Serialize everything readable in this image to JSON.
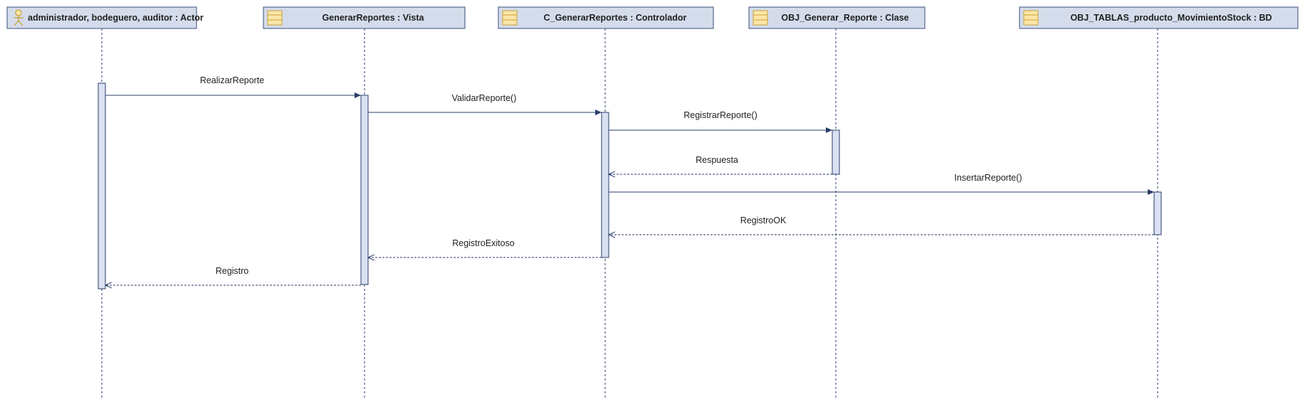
{
  "diagram": {
    "lifelines": [
      {
        "id": "actor",
        "label": "administrador, bodeguero, auditor : Actor",
        "kind": "actor"
      },
      {
        "id": "vista",
        "label": "GenerarReportes : Vista",
        "kind": "class"
      },
      {
        "id": "ctrl",
        "label": "C_GenerarReportes : Controlador",
        "kind": "class"
      },
      {
        "id": "clase",
        "label": "OBJ_Generar_Reporte : Clase",
        "kind": "class"
      },
      {
        "id": "bd",
        "label": "OBJ_TABLAS_producto_MovimientoStock : BD",
        "kind": "class"
      }
    ],
    "messages": [
      {
        "id": "m1",
        "label": "RealizarReporte",
        "from": "actor",
        "to": "vista",
        "type": "sync"
      },
      {
        "id": "m2",
        "label": "ValidarReporte()",
        "from": "vista",
        "to": "ctrl",
        "type": "sync"
      },
      {
        "id": "m3",
        "label": "RegistrarReporte()",
        "from": "ctrl",
        "to": "clase",
        "type": "sync"
      },
      {
        "id": "m4",
        "label": "Respuesta",
        "from": "clase",
        "to": "ctrl",
        "type": "return"
      },
      {
        "id": "m5",
        "label": "InsertarReporte()",
        "from": "ctrl",
        "to": "bd",
        "type": "sync"
      },
      {
        "id": "m6",
        "label": "RegistroOK",
        "from": "bd",
        "to": "ctrl",
        "type": "return"
      },
      {
        "id": "m7",
        "label": "RegistroExitoso",
        "from": "ctrl",
        "to": "vista",
        "type": "return"
      },
      {
        "id": "m8",
        "label": "Registro",
        "from": "vista",
        "to": "actor",
        "type": "return"
      }
    ]
  },
  "colors": {
    "header_fill": "#d4dcec",
    "header_stroke": "#3b4f7a",
    "line": "#2a3d6b",
    "activation_fill": "#d9e1f2",
    "icon_fill": "#fbe6a8",
    "icon_stroke": "#c9a233",
    "text": "#1f1f1f"
  }
}
